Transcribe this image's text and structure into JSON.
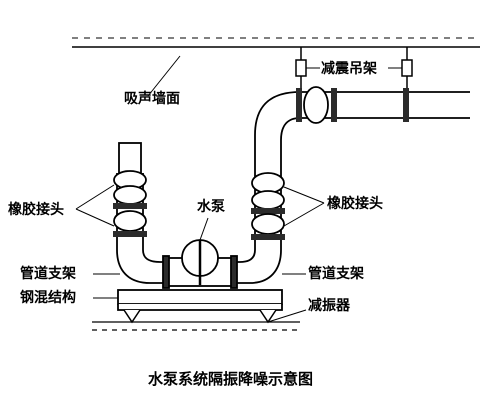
{
  "labels": {
    "ceiling_hanger": "减震吊架",
    "sound_absorbing_wall": "吸声墙面",
    "pump": "水泵",
    "rubber_joint_left": "橡胶接头",
    "rubber_joint_right": "橡胶接头",
    "pipe_support_left": "管道支架",
    "pipe_support_right": "管道支架",
    "steel_concrete_structure": "钢混结构",
    "vibration_damper": "减振器"
  },
  "caption": "水泵系统隔振降噪示意图",
  "colors": {
    "line": "#000000",
    "background": "#ffffff",
    "joint_fill": "#2b2b2b"
  }
}
